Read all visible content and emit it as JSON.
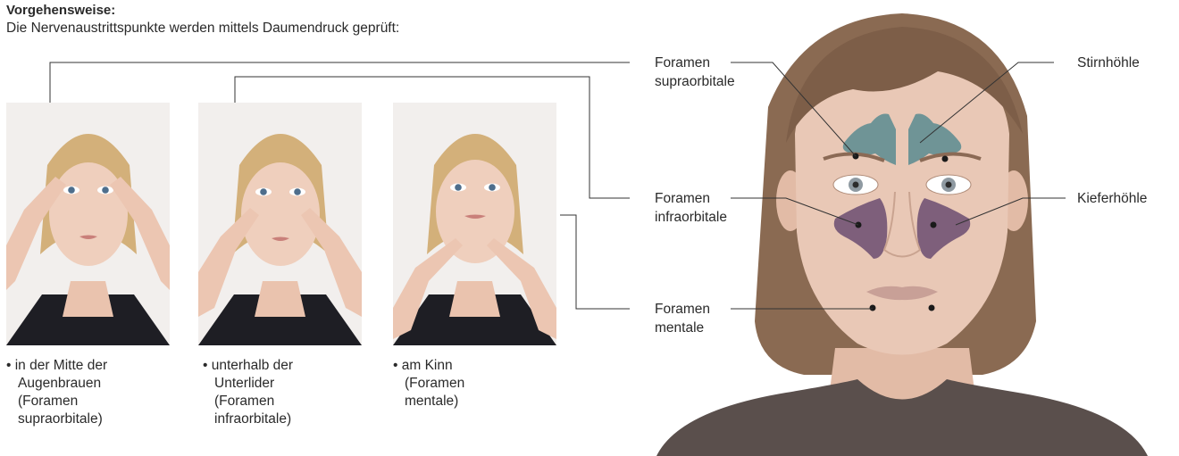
{
  "header": {
    "title": "Vorgehensweise:",
    "intro": "Die Nervenaustrittspunkte werden mittels Daumendruck geprüft:"
  },
  "photos": [
    {
      "caption_lines": [
        "• in der Mitte der",
        "Augenbrauen",
        "(Foramen",
        "supraorbitale)"
      ]
    },
    {
      "caption_lines": [
        "• unterhalb der",
        "Unterlider",
        "(Foramen",
        "infraorbitale)"
      ]
    },
    {
      "caption_lines": [
        "• am Kinn",
        "(Foramen",
        "mentale)"
      ]
    }
  ],
  "labels": {
    "supraorbitale": [
      "Foramen",
      "supraorbitale"
    ],
    "infraorbitale": [
      "Foramen",
      "infraorbitale"
    ],
    "mentale": [
      "Foramen",
      "mentale"
    ],
    "stirnhoehle": "Stirnhöhle",
    "kieferhoehle": "Kieferhöhle"
  },
  "colors": {
    "frontal_sinus": "#6f9496",
    "maxillary_sinus": "#7e5f7b",
    "hair": "#8a6a52",
    "skin": "#e9c8b6",
    "shirt": "#5a4f4c",
    "leader_line": "#333333"
  }
}
